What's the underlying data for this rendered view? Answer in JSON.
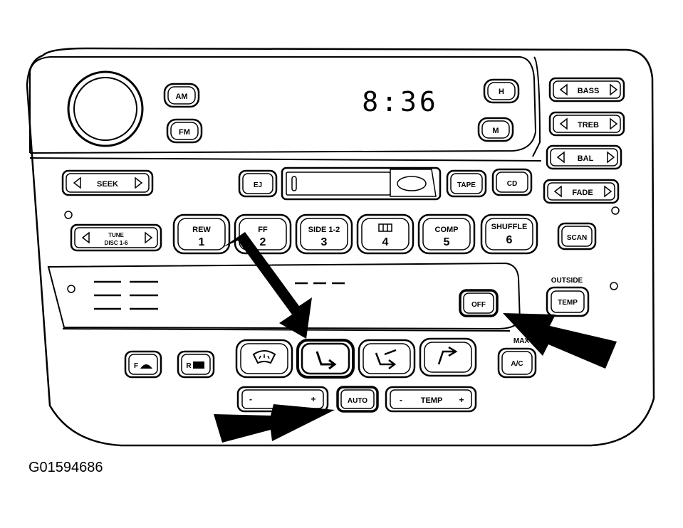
{
  "clock": "8:36",
  "figure_id": "G01594686",
  "radio": {
    "am": "AM",
    "fm": "FM",
    "h": "H",
    "m": "M",
    "bass": "BASS",
    "treb": "TREB",
    "bal": "BAL",
    "fade": "FADE",
    "seek": "SEEK",
    "ej": "EJ",
    "tape": "TAPE",
    "cd": "CD",
    "tune_line1": "TUNE",
    "tune_line2": "DISC 1-6",
    "scan": "SCAN",
    "presets": [
      {
        "top": "REW",
        "num": "1"
      },
      {
        "top": "FF",
        "num": "2"
      },
      {
        "top": "SIDE 1-2",
        "num": "3"
      },
      {
        "top": "",
        "num": "4"
      },
      {
        "top": "COMP",
        "num": "5"
      },
      {
        "top": "SHUFFLE",
        "num": "6"
      }
    ]
  },
  "climate": {
    "off": "OFF",
    "outside": "OUTSIDE",
    "temp_btn": "TEMP",
    "max": "MAX",
    "ac": "A/C",
    "auto": "AUTO",
    "temp_slider": "TEMP",
    "minus": "-",
    "plus": "+",
    "front_defrost": "F",
    "rear_defrost": "R"
  }
}
